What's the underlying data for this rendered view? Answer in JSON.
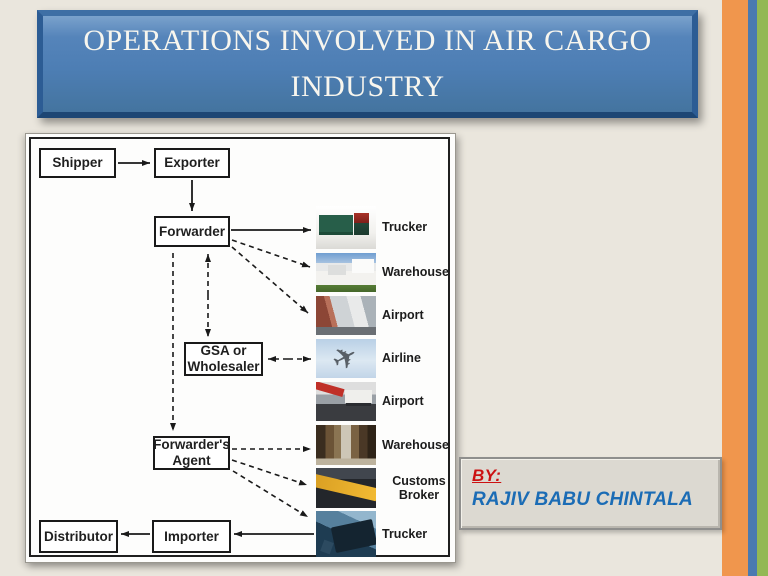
{
  "slide": {
    "title": "OPERATIONS INVOLVED IN AIR CARGO\nINDUSTRY",
    "author": {
      "by_label": "BY:",
      "name": "RAJIV BABU CHINTALA"
    }
  },
  "flowchart": {
    "nodes": {
      "shipper": "Shipper",
      "exporter": "Exporter",
      "forwarder": "Forwarder",
      "gsa": "GSA or\nWholesaler",
      "agent": "Forwarder's\nAgent",
      "distributor": "Distributor",
      "importer": "Importer"
    },
    "services": [
      {
        "label": "Trucker",
        "photo": "green-semi-truck"
      },
      {
        "label": "Warehouse",
        "photo": "warehouse-exterior"
      },
      {
        "label": "Airport",
        "photo": "airport-cargo-loading"
      },
      {
        "label": "Airline",
        "photo": "airplane-in-flight"
      },
      {
        "label": "Airport",
        "photo": "airport-cargo-crane"
      },
      {
        "label": "Warehouse",
        "photo": "warehouse-interior"
      },
      {
        "label": "Customs\nBroker",
        "photo": "customs-inspection"
      },
      {
        "label": "Trucker",
        "photo": "dark-truck-cab"
      }
    ]
  },
  "colors": {
    "background": "#eae6dd",
    "title_fill": "#4d7eb4",
    "title_text": "#f8f6ee",
    "stripe_orange": "#f0964d",
    "stripe_blue": "#4a7ab0",
    "stripe_green": "#93b854",
    "by_red": "#cc1111",
    "author_blue": "#1b6cb5"
  }
}
